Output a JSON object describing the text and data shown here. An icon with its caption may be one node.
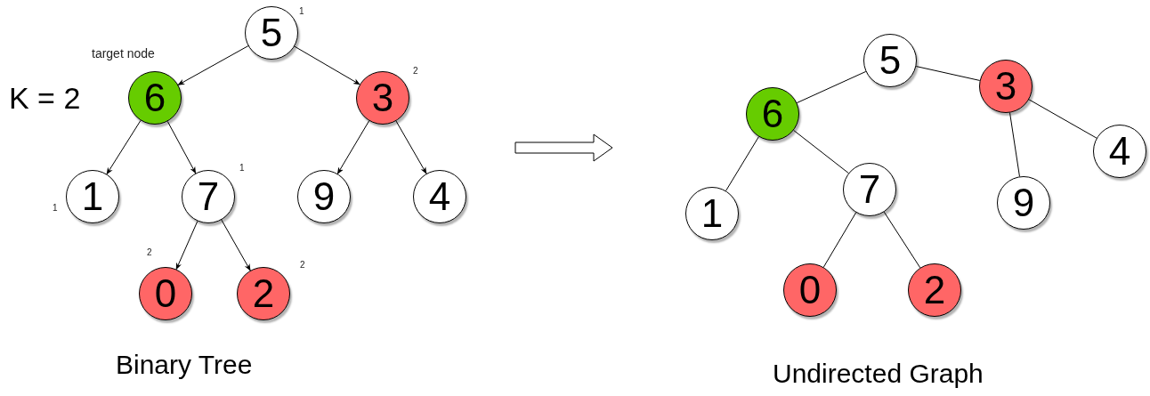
{
  "diagram": {
    "nodes": [
      {
        "text": [
          "5"
        ],
        "beside": [
          "1"
        ]
      },
      {
        "text": [
          "6"
        ],
        "beside": [
          "target node"
        ]
      },
      {
        "text": [
          "3"
        ],
        "beside": [
          "2"
        ]
      },
      {
        "text": [
          "1"
        ],
        "beside": [
          "1"
        ]
      },
      {
        "text": [
          "7"
        ],
        "beside": [
          "1"
        ]
      },
      {
        "text": [
          "9"
        ]
      },
      {
        "text": [
          "4"
        ]
      },
      {
        "text": [
          "0"
        ],
        "beside": [
          "2"
        ]
      },
      {
        "text": [
          "2"
        ],
        "beside": [
          "2"
        ]
      },
      {
        "text": [
          "5"
        ]
      },
      {
        "text": [
          "3"
        ]
      },
      {
        "text": [
          "6"
        ]
      },
      {
        "text": [
          "4"
        ]
      },
      {
        "text": [
          "7"
        ]
      },
      {
        "text": [
          "1"
        ]
      },
      {
        "text": [
          "9"
        ]
      },
      {
        "text": [
          "0"
        ]
      },
      {
        "text": [
          "2"
        ]
      }
    ],
    "edges": [
      {
        "from": 0,
        "to": 1,
        "arrow": "to"
      },
      {
        "from": 0,
        "to": 2,
        "arrow": "to"
      },
      {
        "from": 1,
        "to": 3,
        "arrow": "to"
      },
      {
        "from": 1,
        "to": 4,
        "arrow": "to"
      },
      {
        "from": 2,
        "to": 5,
        "arrow": "to"
      },
      {
        "from": 2,
        "to": 6,
        "arrow": "to"
      },
      {
        "from": 4,
        "to": 7,
        "arrow": "to"
      },
      {
        "from": 4,
        "to": 8,
        "arrow": "to"
      },
      {
        "from": 9,
        "to": 11,
        "arrow": "none"
      },
      {
        "from": 9,
        "to": 10,
        "arrow": "none"
      },
      {
        "from": 11,
        "to": 14,
        "arrow": "none"
      },
      {
        "from": 11,
        "to": 13,
        "arrow": "none"
      },
      {
        "from": 10,
        "to": 15,
        "arrow": "none"
      },
      {
        "from": 10,
        "to": 12,
        "arrow": "none"
      },
      {
        "from": 13,
        "to": 16,
        "arrow": "none"
      },
      {
        "from": 13,
        "to": 17,
        "arrow": "none"
      }
    ],
    "labels": [
      "K = 2",
      "Binary Tree",
      "Undirected Graph"
    ]
  }
}
